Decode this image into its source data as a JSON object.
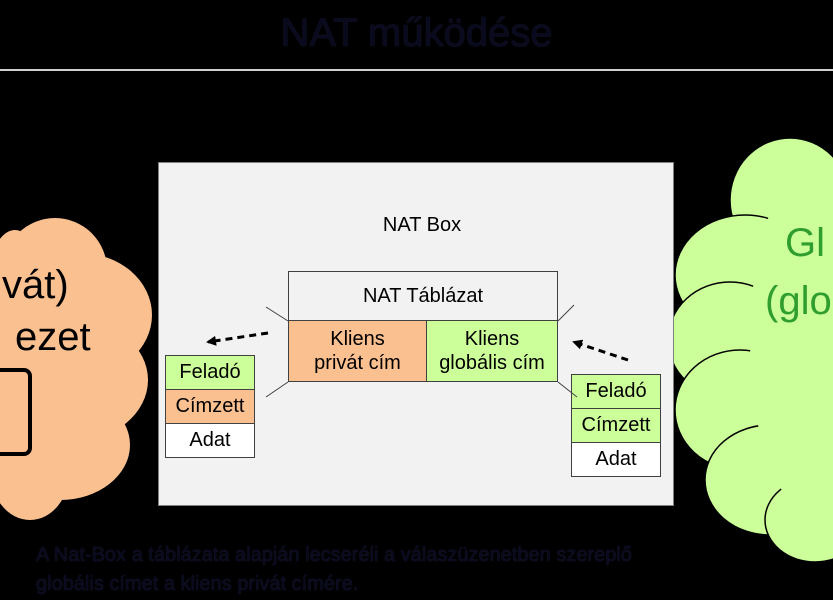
{
  "title": "NAT működése",
  "left_cloud": {
    "line1": "vát)",
    "line2": "ezet",
    "fill": "#fac090"
  },
  "right_cloud": {
    "line1": "Gl",
    "line2": "(glo",
    "fill": "#ccff99"
  },
  "nat_box": {
    "label": "NAT Box",
    "table": {
      "header": "NAT Táblázat",
      "private_col": [
        "Kliens",
        "privát cím"
      ],
      "global_col": [
        "Kliens",
        "globális cím"
      ]
    }
  },
  "packet_left": {
    "rows": [
      {
        "label": "Feladó",
        "color": "#ccff99"
      },
      {
        "label": "Címzett",
        "color": "#fac090"
      },
      {
        "label": "Adat",
        "color": "#ffffff"
      }
    ]
  },
  "packet_right": {
    "rows": [
      {
        "label": "Feladó",
        "color": "#ccff99"
      },
      {
        "label": "Címzett",
        "color": "#ccff99"
      },
      {
        "label": "Adat",
        "color": "#ffffff"
      }
    ]
  },
  "caption": {
    "line1": "A Nat-Box a táblázata alapján lecseréli a válaszüzenetben szereplő",
    "line2": "globális címet a kliens privát címére."
  }
}
